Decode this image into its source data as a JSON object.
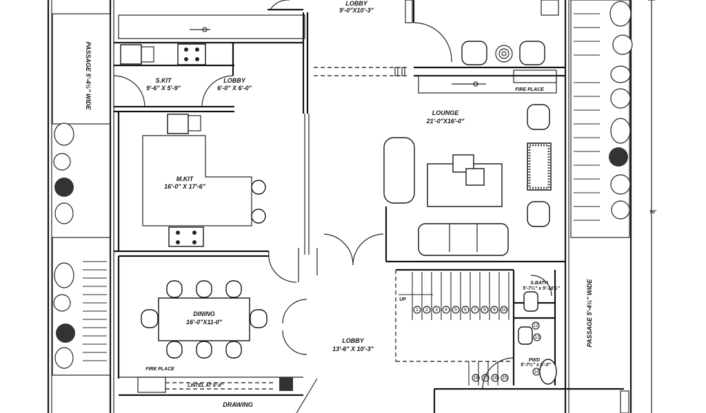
{
  "rooms": {
    "lobby_top": {
      "name": "LOBBY",
      "size": "9'-0\"X10'-3\""
    },
    "s_kit": {
      "name": "S.KIT",
      "size": "9'-6\" X 5'-9\""
    },
    "lobby_small": {
      "name": "LOBBY",
      "size": "6'-0\" X 6'-0\""
    },
    "lounge": {
      "name": "LOUNGE",
      "size": "21'-0\"X16'-0\""
    },
    "m_kit": {
      "name": "M.KIT",
      "size": "16'-0\" X 17'-6\""
    },
    "dining": {
      "name": "DINING",
      "size": "16'-0\"X11-0\""
    },
    "lobby_main": {
      "name": "LOBBY",
      "size": "13'-6\" X 10'-3\""
    },
    "s_bath": {
      "name": "S.BATH",
      "size": "5'-7½\" x 5'-10½\""
    },
    "pwd": {
      "name": "PWD",
      "size": "5'-7½\" x 5'-0\""
    },
    "drawing": {
      "name": "DRAWING"
    }
  },
  "annotations": {
    "fire_place_lounge": "FIRE PLACE",
    "fire_place_dining": "FIRE PLACE",
    "lintel": "LINTEL AT 6'-8\"",
    "up": "UP",
    "passage_left": "PASSAGE 5'-4½\" WIDE",
    "passage_right": "PASSAGE 5'-4½\" WIDE",
    "dimension_depth": "90'"
  },
  "stairs": {
    "lower_steps": [
      "1",
      "2",
      "3",
      "4",
      "5",
      "6",
      "7",
      "8",
      "9",
      "10"
    ],
    "landing_steps": [
      "12",
      "13",
      "14"
    ],
    "upper_steps": [
      "18",
      "17",
      "16",
      "15"
    ]
  }
}
